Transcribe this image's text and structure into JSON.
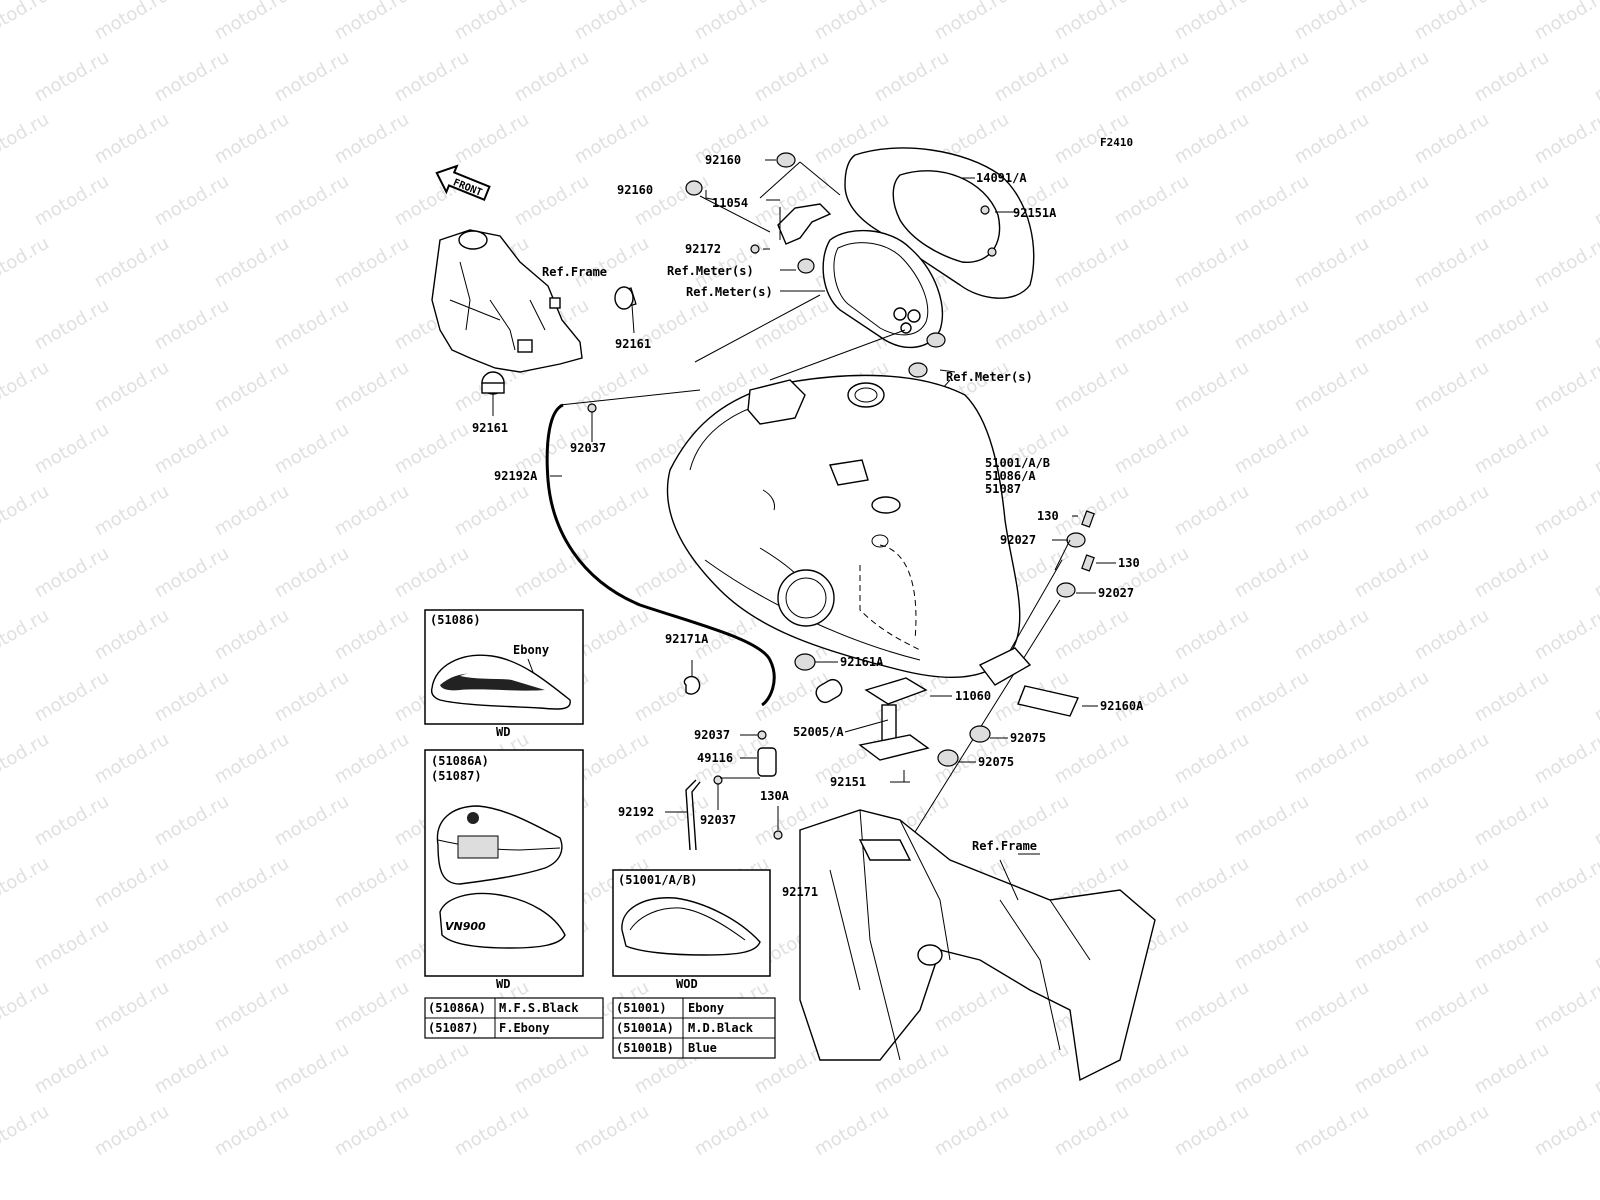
{
  "figure_code": "F2410",
  "front_arrow": "FRONT",
  "watermark": "motod.ru",
  "callouts": {
    "c92160a": "92160",
    "c92160b": "92160",
    "c11054": "11054",
    "c92172": "92172",
    "cRefMeter1": "Ref.Meter(s)",
    "cRefMeter2": "Ref.Meter(s)",
    "c14091": "14091/A",
    "c92151A": "92151A",
    "cRefFrame1": "Ref.Frame",
    "c92161a": "92161",
    "c92161b": "92161",
    "cRefMeter3": "Ref.Meter(s)",
    "c92037a": "92037",
    "c92192A": "92192A",
    "c51001": "51001/A/B",
    "c51086": "51086/A",
    "c51087": "51087",
    "c130a": "130",
    "c92027a": "92027",
    "c130b": "130",
    "c92027b": "92027",
    "c92171A": "92171A",
    "c92161A": "92161A",
    "c11060": "11060",
    "c92160A": "92160A",
    "c92037b": "92037",
    "c52005": "52005/A",
    "c92075a": "92075",
    "c92075b": "92075",
    "c49116": "49116",
    "c92151": "92151",
    "c130A": "130A",
    "c92192": "92192",
    "c92037c": "92037",
    "cRefFrame2": "Ref.Frame",
    "c92171": "92171"
  },
  "inset1": {
    "code": "(51086)",
    "color": "Ebony",
    "caption": "WD"
  },
  "inset2": {
    "code1": "(51086A)",
    "code2": "(51087)",
    "caption": "WD",
    "logo": "VN900"
  },
  "inset3": {
    "code": "(51001/A/B)",
    "caption": "WOD"
  },
  "table_left": [
    {
      "code": "(51086A)",
      "color": "M.F.S.Black"
    },
    {
      "code": "(51087)",
      "color": "F.Ebony"
    }
  ],
  "table_right": [
    {
      "code": "(51001)",
      "color": "Ebony"
    },
    {
      "code": "(51001A)",
      "color": "M.D.Black"
    },
    {
      "code": "(51001B)",
      "color": "Blue"
    }
  ]
}
